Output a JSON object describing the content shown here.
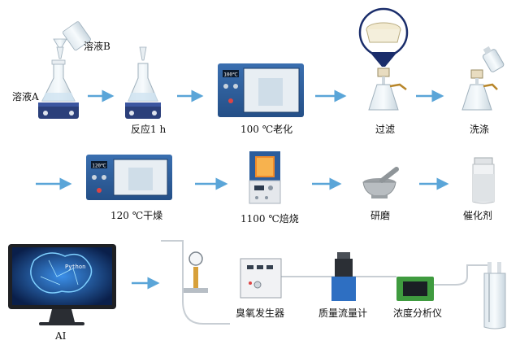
{
  "labels": {
    "solution_a": "溶液A",
    "solution_b": "溶液B",
    "react_1h": "反应1 h",
    "aging_100": "100 ℃老化",
    "filtration": "过滤",
    "washing": "洗涤",
    "drying_120": "120 ℃干燥",
    "calcination_1100": "1100 ℃焙烧",
    "grinding": "研磨",
    "catalyst": "催化剂",
    "ai": "AI",
    "ozone_generator": "臭氧发生器",
    "mass_flowmeter": "质量流量计",
    "concentration_analyzer": "浓度分析仪"
  },
  "displays": {
    "oven1_temp": "100℃",
    "oven2_temp": "120℃",
    "monitor_text": "Python"
  },
  "colors": {
    "arrow": "#5aa5d8",
    "oven_blue": "#2c5d9c",
    "analyzer_green": "#3f9b3f"
  }
}
